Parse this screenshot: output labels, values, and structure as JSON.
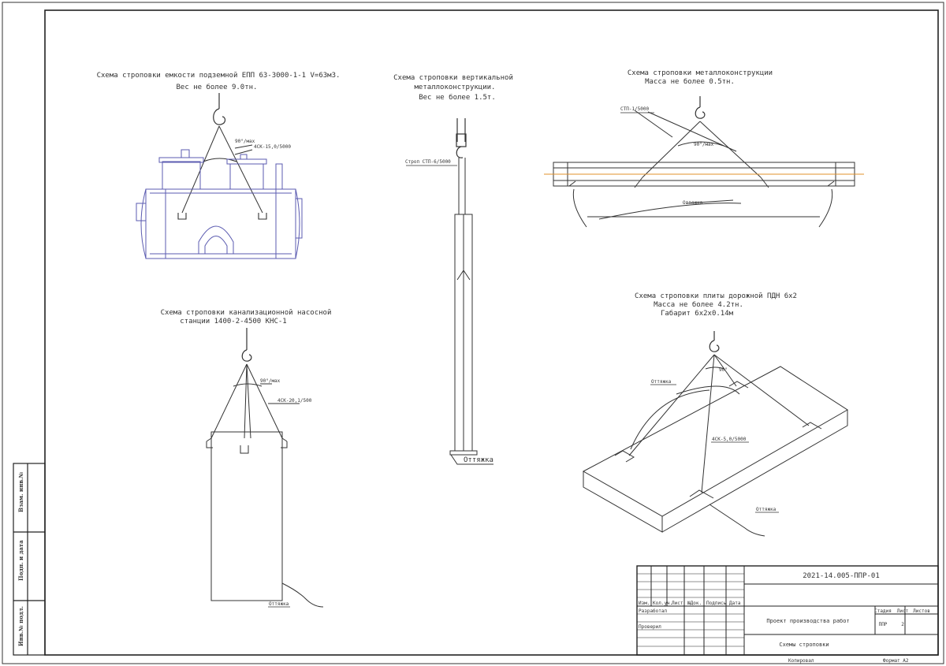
{
  "sheet": {
    "code": "2021-14.005-ППР-01",
    "project_title": "Проект производства работ",
    "sheet_title": "Схемы строповки",
    "stage_header": "Стадия",
    "sheet_header": "Лист",
    "sheets_header": "Листов",
    "stage": "ППР",
    "sheet_number": "2",
    "copied": "Копировал",
    "format": "Формат А2",
    "columns": [
      "Изм.",
      "Кол.уч.",
      "Лист",
      "№Док.",
      "Подпись",
      "Дата"
    ],
    "developed": "Разработал",
    "checked": "Проверил",
    "side_stamps": [
      "Взам. инв.№",
      "Подп. и дата",
      "Инв.№ подл."
    ]
  },
  "schemes": {
    "tank": {
      "title1": "Схема строповки емкости подземной ЕПП 63-3000-1-1 V=63м3.",
      "title2": "Вес не более 9.0тн.",
      "angle": "90°/мах",
      "sling": "4СК-15,0/5000"
    },
    "column": {
      "title1": "Схема строповки вертикальной",
      "title2": "металлоконструкции.",
      "title3": "Вес не более 1.5т.",
      "sling": "Строп СТП-6/5000",
      "guy": "Оттяжка"
    },
    "beam": {
      "title1": "Схема строповки металлоконструкции",
      "title2": "Масса не более 0.5тн.",
      "sling": "СТП-1/5000",
      "angle": "90°/мах",
      "guy": "Оттяжка"
    },
    "pump": {
      "title1": "Схема строповки канализационной насосной",
      "title2": "станции 1400-2-4500 КНС-1",
      "angle": "90°/мах",
      "sling": "4СК-20,1/500",
      "guy": "Оттяжка"
    },
    "slab": {
      "title1": "Схема строповки плиты дорожной ПДН 6х2",
      "title2": "Масса не более 4.2тн.",
      "title3": "Габарит 6х2х0.14м",
      "guy": "Оттяжка",
      "angle": "90°",
      "sling": "4СК-5,0/5000"
    }
  },
  "colors": {
    "line": "#333333",
    "tank": "#5b5bb0",
    "axis": "#e0902a"
  }
}
